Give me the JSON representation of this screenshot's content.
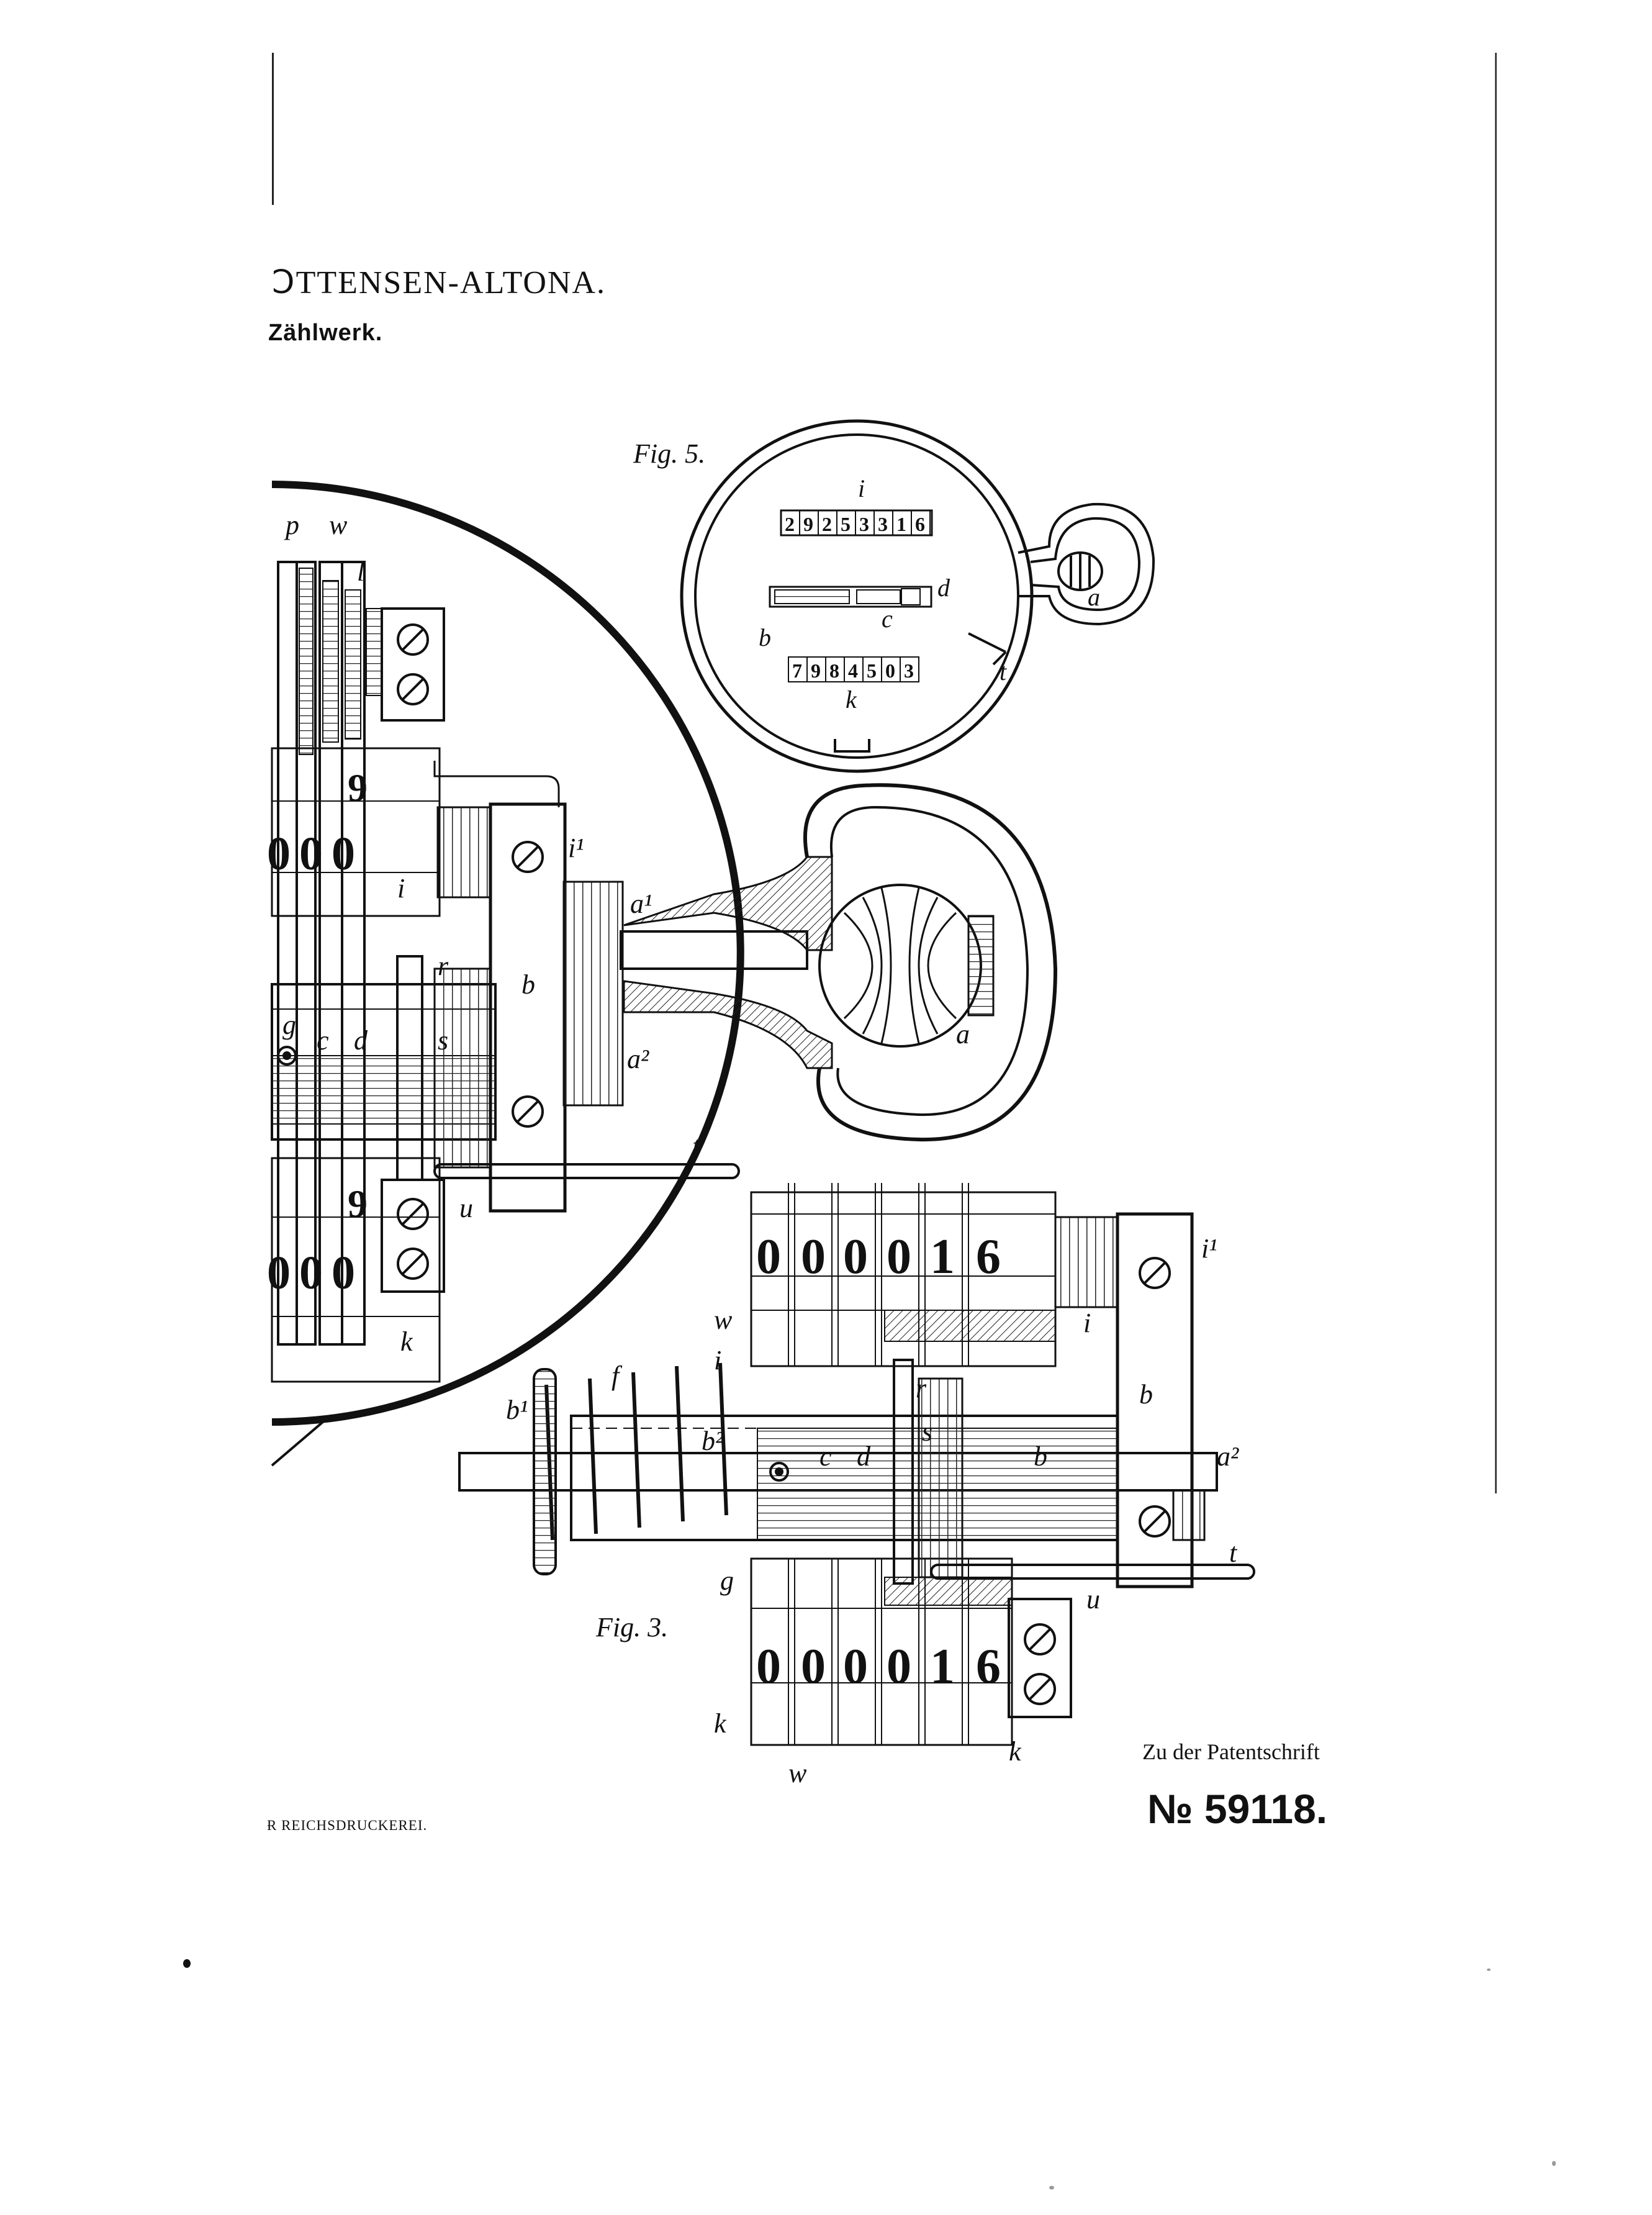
{
  "header": {
    "company_location": "ↃTTENSEN-ALTONA.",
    "title": "Zählwerk."
  },
  "figures": [
    {
      "label": "Fig. 5.",
      "counter_top": [
        "2",
        "9",
        "2",
        "5",
        "3",
        "3",
        "1",
        "6"
      ],
      "counter_bottom": [
        "7",
        "9",
        "8",
        "4",
        "5",
        "0",
        "3"
      ],
      "part_labels": [
        "i",
        "d",
        "b",
        "c",
        "k",
        "a",
        "t"
      ]
    },
    {
      "label": "",
      "counter_upper": [
        "0",
        "0",
        "0",
        "9"
      ],
      "counter_lower": [
        "0",
        "0",
        "0",
        "9"
      ],
      "part_labels": [
        "p",
        "w",
        "l",
        "i¹",
        "a¹",
        "b",
        "a²",
        "a",
        "r",
        "g",
        "c",
        "d",
        "s",
        "i",
        "t",
        "u",
        "k"
      ]
    },
    {
      "label": "Fig. 3.",
      "counter_upper": [
        "0",
        "0",
        "0",
        "0",
        "1",
        "6"
      ],
      "counter_lower": [
        "0",
        "0",
        "0",
        "0",
        "1",
        "6"
      ],
      "part_labels": [
        "w",
        "i",
        "i",
        "i¹",
        "b",
        "a²",
        "t",
        "b¹",
        "f",
        "b²",
        "c",
        "d",
        "r",
        "s",
        "b",
        "g",
        "u",
        "k",
        "w",
        "k"
      ]
    }
  ],
  "footer": {
    "patent_reference": "Zu der Patentschrift",
    "patent_number": "№ 59118.",
    "printer": "Ɍ REICHSDRUCKEREI."
  }
}
